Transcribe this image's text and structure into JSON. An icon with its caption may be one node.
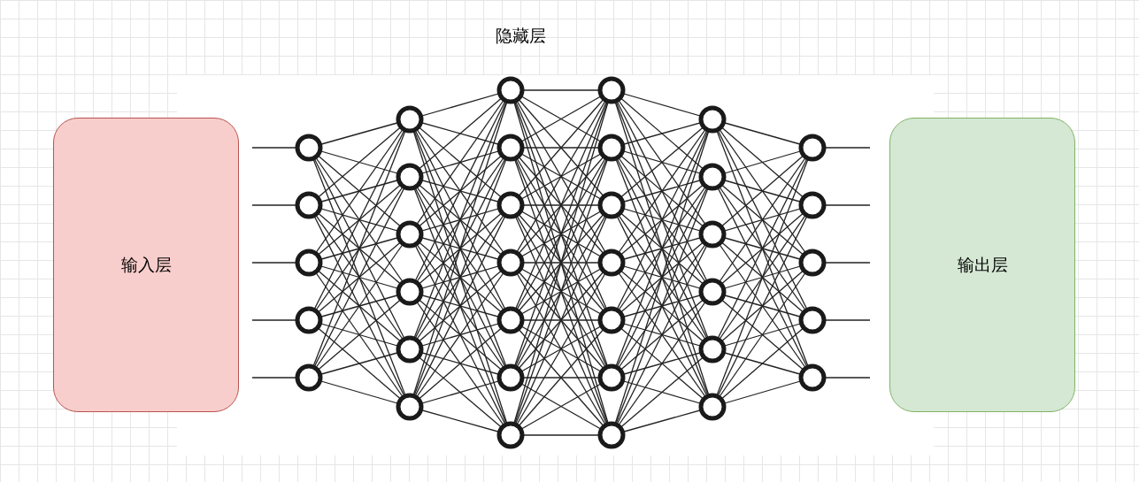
{
  "diagram": {
    "nodes": [
      {
        "text": [
          "输入层"
        ]
      },
      {
        "text": [
          "输出层"
        ]
      }
    ],
    "labels": [
      "隐藏层"
    ]
  }
}
